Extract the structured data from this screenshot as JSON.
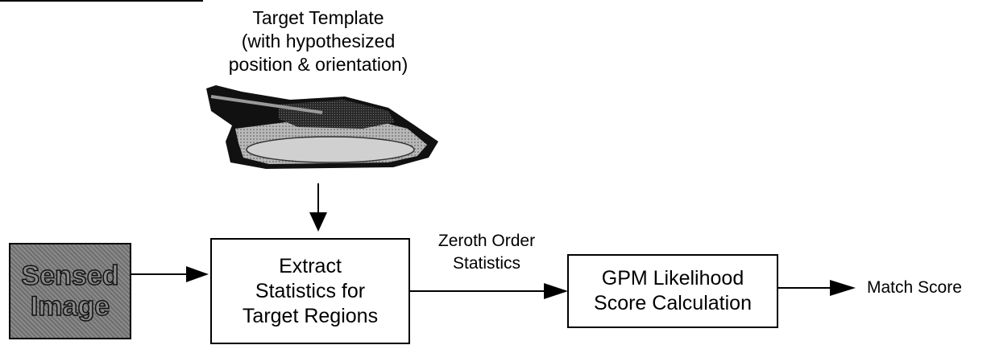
{
  "template_caption": {
    "line1": "Target Template",
    "line2": "(with hypothesized",
    "line3": "position & orientation)"
  },
  "sensed_image": {
    "line1": "Sensed",
    "line2": "Image"
  },
  "extract_box": {
    "line1": "Extract",
    "line2": "Statistics for",
    "line3": "Target Regions"
  },
  "edge_label": {
    "line1": "Zeroth Order",
    "line2": "Statistics"
  },
  "gpm_box": {
    "line1": "GPM Likelihood",
    "line2": "Score Calculation"
  },
  "output_label": "Match Score",
  "icons": {
    "template_shape": "tank-silhouette-icon"
  }
}
